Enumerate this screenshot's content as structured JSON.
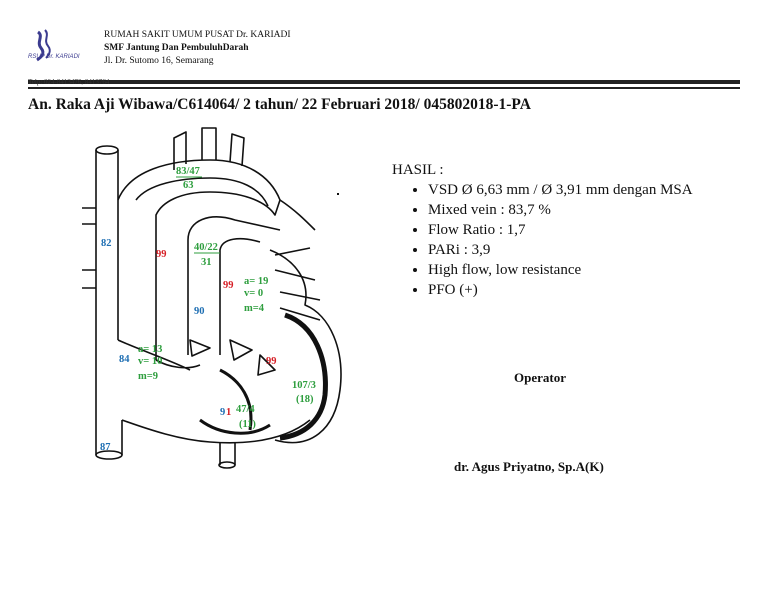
{
  "header": {
    "logo_label": "RSUP Dr. KARIADI",
    "hospital": "RUMAH SAKIT UMUM PUSAT Dr. KARIADI",
    "department": "SMF Jantung Dan PembuluhDarah",
    "address": "Jl. Dr. Sutomo 16, Semarang",
    "phone": "Telp: 024-8413476, 8413764"
  },
  "patient_line": "An. Raka Aji Wibawa/C614064/ 2 tahun/ 22 Februari 2018/ 045802018-1-PA",
  "diagram": {
    "aorta": {
      "top": "83/47",
      "bottom": "63"
    },
    "pa": {
      "top": "40/22",
      "bottom": "31"
    },
    "la_pressures": [
      "a= 19",
      "v= 0",
      "m=4"
    ],
    "ra_pressures": [
      "a= 13",
      "v= 10",
      "m=9"
    ],
    "lv": {
      "top": "107/3",
      "bottom": "(18)"
    },
    "rv": {
      "top": "47/4",
      "bottom": "(11)"
    },
    "sat_svc": "82",
    "sat_ra": "84",
    "sat_ivc": "87",
    "sat_ao": "99",
    "sat_lpv": "99",
    "sat_lv": "99",
    "sat_pa": "90",
    "sat_rv_a": "9",
    "sat_rv_b": "1",
    "colors": {
      "blue": "#1f6fb3",
      "red": "#d61f26",
      "green": "#2e9e3e"
    }
  },
  "hasil": {
    "title": "HASIL :",
    "items": [
      "VSD Ø 6,63 mm / Ø 3,91 mm dengan MSA",
      "Mixed vein : 83,7 %",
      "Flow Ratio : 1,7",
      "PARi : 3,9",
      "High flow, low resistance",
      "PFO (+)"
    ]
  },
  "operator_label": "Operator",
  "doctor": "dr. Agus Priyatno, Sp.A(K)"
}
